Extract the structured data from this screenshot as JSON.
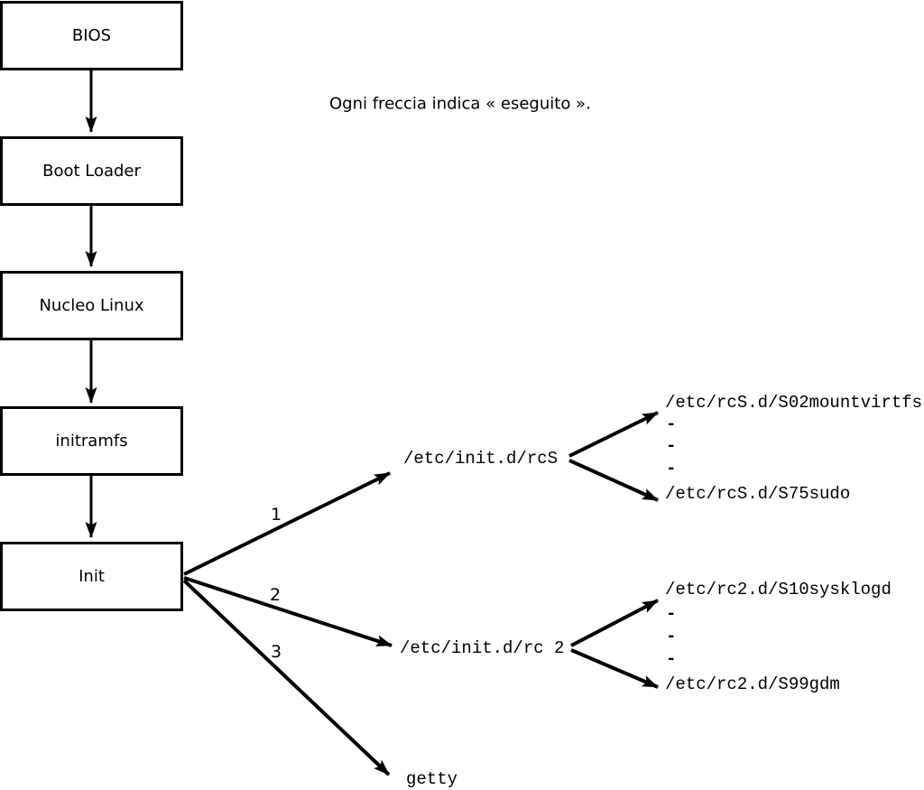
{
  "caption": "Ogni freccia indica « eseguito ».",
  "boxes": [
    {
      "label": "BIOS"
    },
    {
      "label": "Boot Loader"
    },
    {
      "label": "Nucleo Linux"
    },
    {
      "label": "initramfs"
    },
    {
      "label": "Init"
    }
  ],
  "branches": [
    {
      "number": "1",
      "target": "/etc/init.d/rcS",
      "children": {
        "first": "/etc/rcS.d/S02mountvirtfs",
        "dashes": [
          "-",
          "-",
          "-"
        ],
        "last": "/etc/rcS.d/S75sudo"
      }
    },
    {
      "number": "2",
      "target": "/etc/init.d/rc 2",
      "children": {
        "first": "/etc/rc2.d/S10sysklogd",
        "dashes": [
          "-",
          "-",
          "-"
        ],
        "last": "/etc/rc2.d/S99gdm"
      }
    },
    {
      "number": "3",
      "target": "getty"
    }
  ],
  "colors": {
    "background": "#ffffff",
    "line": "#000000",
    "box_border": "#000000",
    "text": "#000000"
  }
}
